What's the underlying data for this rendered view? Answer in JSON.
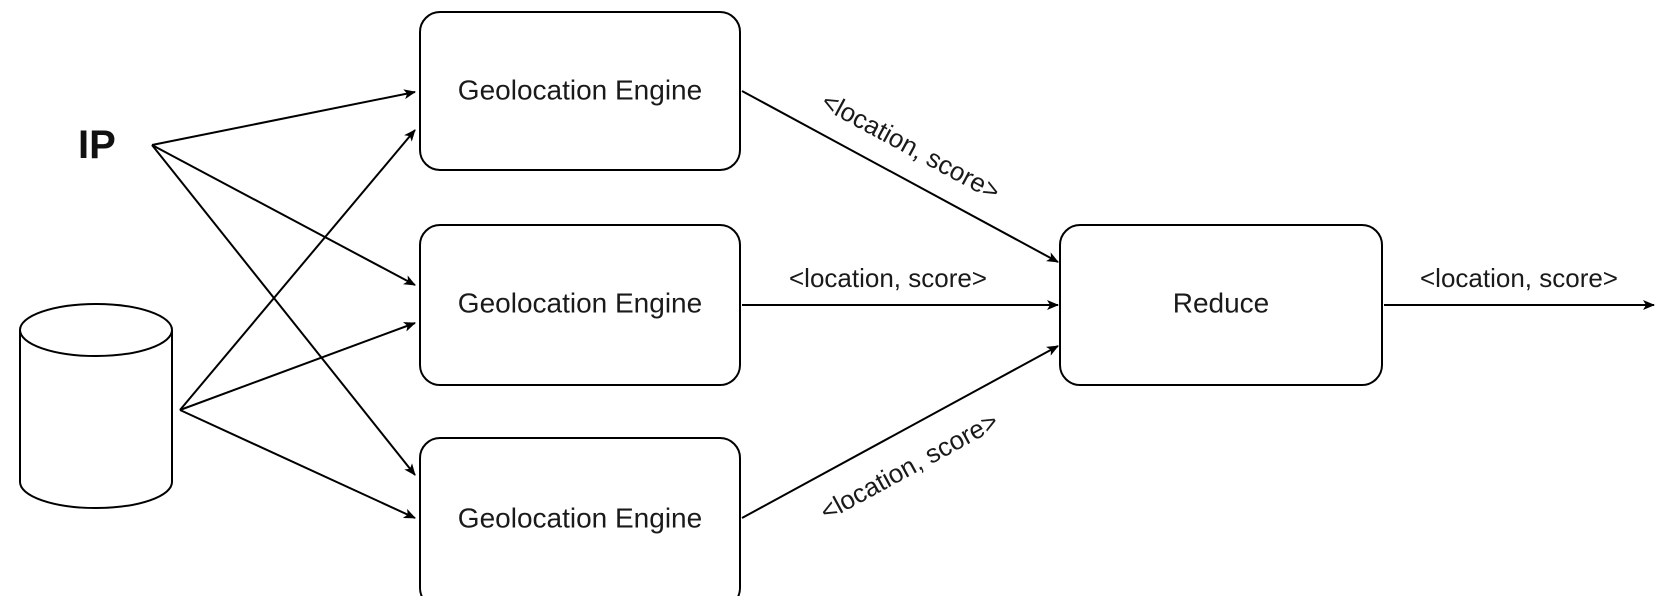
{
  "input": {
    "ip_label": "IP",
    "database_icon": "database-cylinder-icon"
  },
  "engines": [
    {
      "label": "Geolocation Engine"
    },
    {
      "label": "Geolocation Engine"
    },
    {
      "label": "Geolocation Engine"
    }
  ],
  "reduce": {
    "label": "Reduce"
  },
  "edge_labels": {
    "engine1_to_reduce": "<location, score>",
    "engine2_to_reduce": "<location, score>",
    "engine3_to_reduce": "<location, score>",
    "reduce_output": "<location, score>"
  },
  "colors": {
    "stroke": "#000000",
    "background": "#ffffff",
    "text": "#1a1a1a"
  }
}
